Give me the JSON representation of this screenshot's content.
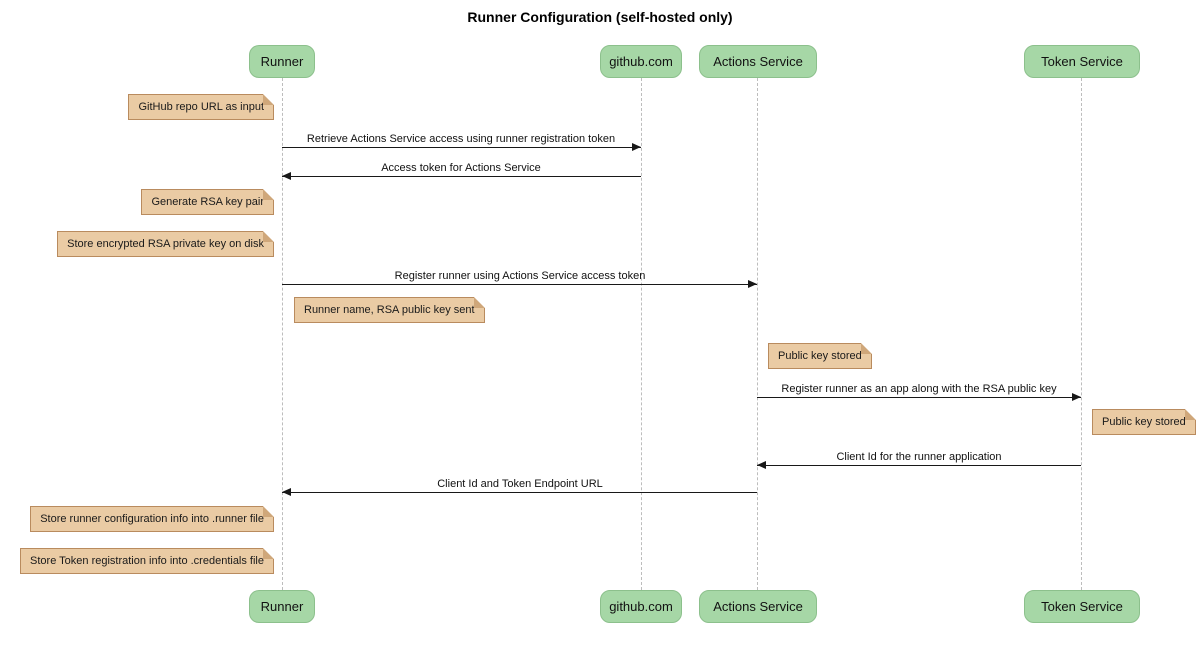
{
  "diagram_type": "sequence",
  "title": "Runner Configuration (self-hosted only)",
  "participants": [
    {
      "label": "Runner"
    },
    {
      "label": "github.com"
    },
    {
      "label": "Actions Service"
    },
    {
      "label": "Token Service"
    }
  ],
  "messages": [
    {
      "text": "Retrieve Actions Service access using runner registration token",
      "from": "Runner",
      "to": "github.com"
    },
    {
      "text": "Access token for Actions Service",
      "from": "github.com",
      "to": "Runner"
    },
    {
      "text": "Register runner using Actions Service access token",
      "from": "Runner",
      "to": "Actions Service"
    },
    {
      "text": "Register runner as an app along with the RSA public key",
      "from": "Actions Service",
      "to": "Token Service"
    },
    {
      "text": "Client Id for the runner application",
      "from": "Token Service",
      "to": "Actions Service"
    },
    {
      "text": "Client Id and Token Endpoint URL",
      "from": "Actions Service",
      "to": "Runner"
    }
  ],
  "notes": [
    {
      "text": "GitHub repo URL as input",
      "anchor": "left of Runner"
    },
    {
      "text": "Generate RSA key pair",
      "anchor": "left of Runner"
    },
    {
      "text": "Store encrypted RSA private key on disk",
      "anchor": "left of Runner"
    },
    {
      "text": "Runner name, RSA public key sent",
      "anchor": "right of Runner"
    },
    {
      "text": "Public key stored",
      "anchor": "right of Actions Service"
    },
    {
      "text": "Public key stored",
      "anchor": "right of Token Service"
    },
    {
      "text": "Store runner configuration info into .runner file",
      "anchor": "left of Runner"
    },
    {
      "text": "Store Token registration info into .credentials file",
      "anchor": "left of Runner"
    }
  ],
  "colors": {
    "background": "#FFFFFF",
    "actor_fill": "#A6D7A6",
    "actor_border": "#8CC08C",
    "note_fill": "#EACBA4",
    "note_border": "#B98B5E",
    "lifeline": "#BDBDBD",
    "message_line": "#181818",
    "text": "#111111"
  }
}
